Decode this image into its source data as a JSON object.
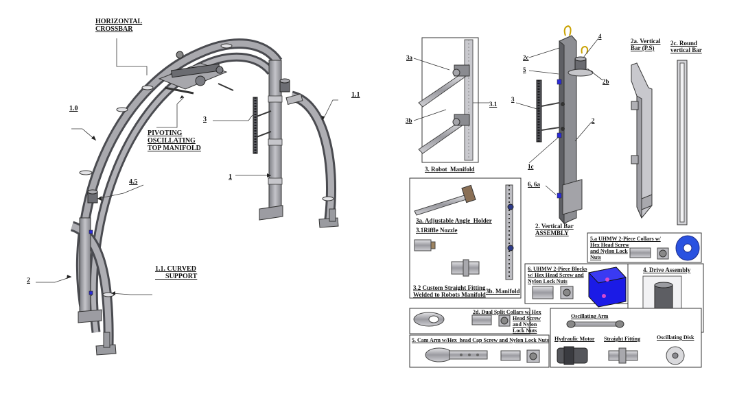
{
  "left_assembly": {
    "labels": {
      "horizontal_crossbar": "HORIZONTAL\nCROSSBAR",
      "pivoting_manifold": "PIVOTING\nOSCILLATING\nTOP MANIFOLD",
      "curved_support": "1.1. CURVED\n      SUPPORT",
      "callout_1_0": "1.0",
      "callout_1_1": "1.1",
      "callout_1": "1",
      "callout_2": "2",
      "callout_3": "3",
      "callout_4_5": "4.5"
    }
  },
  "robot_manifold": {
    "title": "3. Robot  Manifold",
    "callout_3a": "3a",
    "callout_3b": "3b",
    "callout_3_1": "3.1"
  },
  "vertical_bar_assembly": {
    "title": "2. Vertical Bar\nASSEMBLY",
    "callouts": {
      "c2c": "2c",
      "c4": "4",
      "c5": "5",
      "c2b": "2b",
      "c3": "3",
      "c2": "2",
      "c1c": "1c",
      "c66a": "6, 6a"
    }
  },
  "vertical_bar_ps": {
    "title": "2a. Vertical\nBar (P.S)"
  },
  "round_vertical_bar": {
    "title": "2c. Round\nvertical Bar"
  },
  "components_box": {
    "adjustable_angle_holder": "3a. Adjustable Angle  Holder",
    "riffle_nozzle": "3.1Riffle Nozzle",
    "custom_fitting": "3.2 Custom Straight Fitting\nWelded to Robots Manifold",
    "manifold_3b": "3b. Manifold"
  },
  "uhmw_collars": {
    "title": "5.a UHMW 2-Piece Collars w/\nHex Head Screw\nand Nylon Lock\nNuts"
  },
  "uhmw_blocks": {
    "title": "6. UHMW 2-Piece Blocks\nw/ Hex Head Screw and\nNylon Lock Nuts"
  },
  "drive_assembly": {
    "title": "4. Drive Assembly"
  },
  "dual_split_collars": {
    "title": "2d. Dual Split Collars w/ Hex",
    "subtitle": "Head Screw\nand Nylon\nLock Nuts"
  },
  "cam_arm": {
    "title": "5. Cam Arm w/Hex  head Cap Screw and Nylon Lock Nuts"
  },
  "drive_parts": {
    "oscillating_arm": "Oscillating Arm",
    "hydraulic_motor": "Hydraulic Motor",
    "straight_fitting": "Straight Fitting",
    "oscillating_disk": "Oscillating Disk"
  },
  "colors": {
    "metal": "#8c8c92",
    "metal_dark": "#55565c",
    "metal_light": "#c9c9ce",
    "blue": "#2323e0",
    "line": "#222222"
  }
}
